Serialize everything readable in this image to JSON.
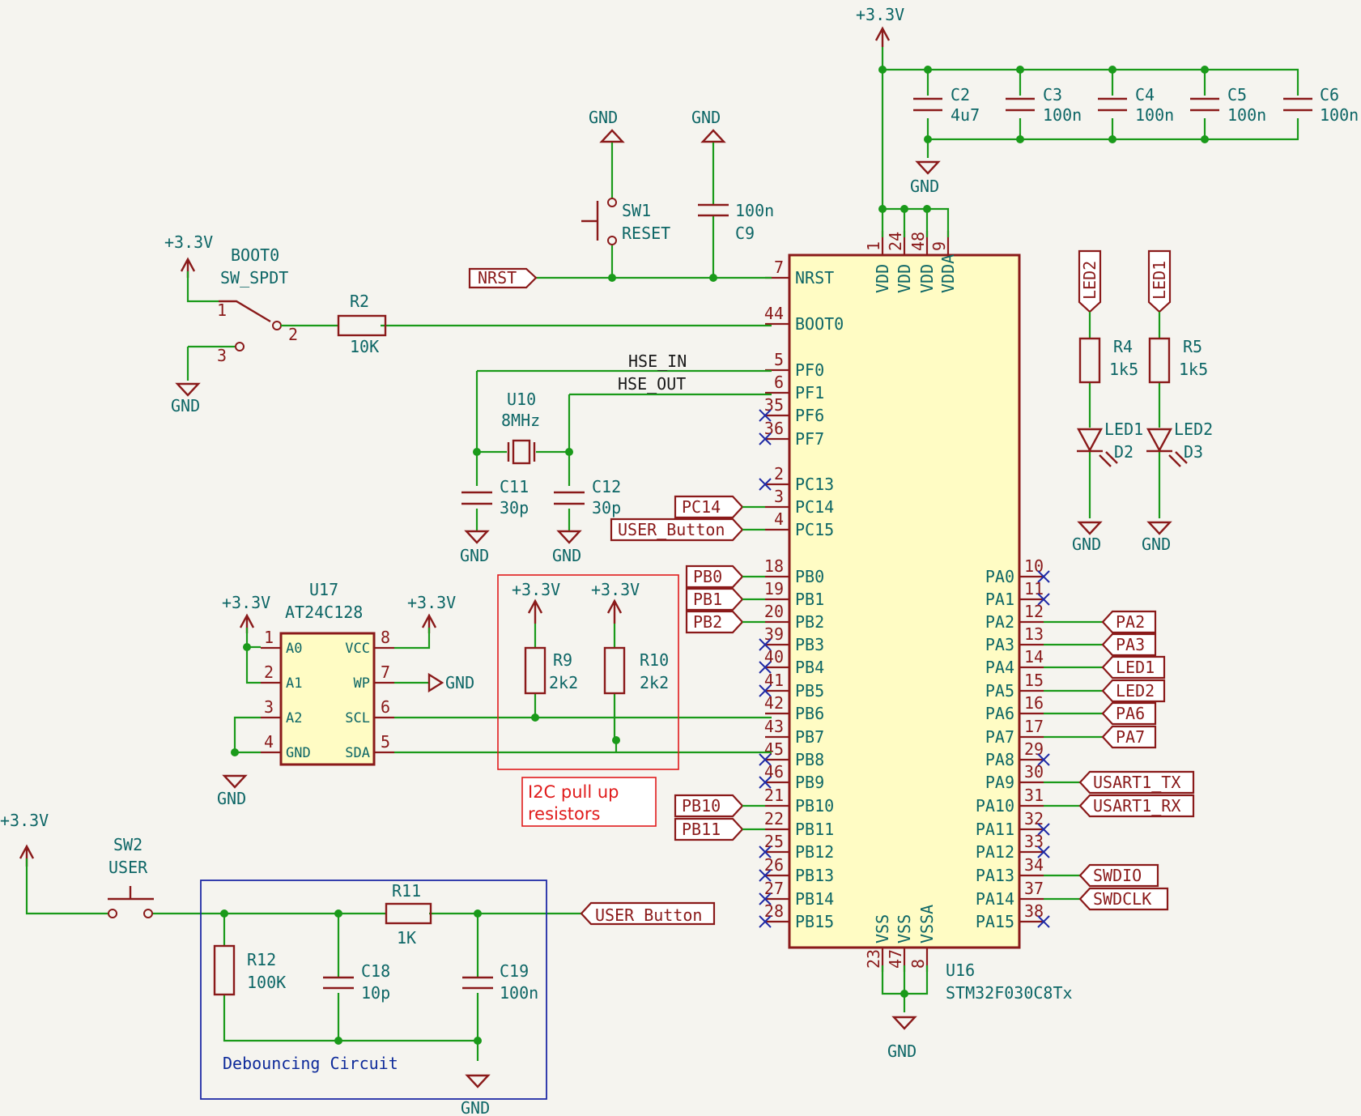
{
  "power": {
    "v33": "+3.3V",
    "gnd": "GND"
  },
  "mcu": {
    "ref": "U16",
    "value": "STM32F030C8Tx",
    "top_pins": [
      {
        "num": "1",
        "name": "VDD"
      },
      {
        "num": "24",
        "name": "VDD"
      },
      {
        "num": "48",
        "name": "VDD"
      },
      {
        "num": "9",
        "name": "VDDA"
      }
    ],
    "bottom_pins": [
      {
        "num": "23",
        "name": "VSS"
      },
      {
        "num": "47",
        "name": "VSS"
      },
      {
        "num": "8",
        "name": "VSSA"
      }
    ],
    "left_pins": [
      {
        "num": "7",
        "name": "NRST"
      },
      {
        "num": "44",
        "name": "BOOT0"
      },
      {
        "num": "5",
        "name": "PF0"
      },
      {
        "num": "6",
        "name": "PF1"
      },
      {
        "num": "35",
        "name": "PF6"
      },
      {
        "num": "36",
        "name": "PF7"
      },
      {
        "num": "2",
        "name": "PC13"
      },
      {
        "num": "3",
        "name": "PC14"
      },
      {
        "num": "4",
        "name": "PC15"
      },
      {
        "num": "18",
        "name": "PB0"
      },
      {
        "num": "19",
        "name": "PB1"
      },
      {
        "num": "20",
        "name": "PB2"
      },
      {
        "num": "39",
        "name": "PB3"
      },
      {
        "num": "40",
        "name": "PB4"
      },
      {
        "num": "41",
        "name": "PB5"
      },
      {
        "num": "42",
        "name": "PB6"
      },
      {
        "num": "43",
        "name": "PB7"
      },
      {
        "num": "45",
        "name": "PB8"
      },
      {
        "num": "46",
        "name": "PB9"
      },
      {
        "num": "21",
        "name": "PB10"
      },
      {
        "num": "22",
        "name": "PB11"
      },
      {
        "num": "25",
        "name": "PB12"
      },
      {
        "num": "26",
        "name": "PB13"
      },
      {
        "num": "27",
        "name": "PB14"
      },
      {
        "num": "28",
        "name": "PB15"
      }
    ],
    "right_pins": [
      {
        "num": "10",
        "name": "PA0"
      },
      {
        "num": "11",
        "name": "PA1"
      },
      {
        "num": "12",
        "name": "PA2"
      },
      {
        "num": "13",
        "name": "PA3"
      },
      {
        "num": "14",
        "name": "PA4"
      },
      {
        "num": "15",
        "name": "PA5"
      },
      {
        "num": "16",
        "name": "PA6"
      },
      {
        "num": "17",
        "name": "PA7"
      },
      {
        "num": "29",
        "name": "PA8"
      },
      {
        "num": "30",
        "name": "PA9"
      },
      {
        "num": "31",
        "name": "PA10"
      },
      {
        "num": "32",
        "name": "PA11"
      },
      {
        "num": "33",
        "name": "PA12"
      },
      {
        "num": "34",
        "name": "PA13"
      },
      {
        "num": "37",
        "name": "PA14"
      },
      {
        "num": "38",
        "name": "PA15"
      }
    ]
  },
  "decoupling": [
    {
      "ref": "C2",
      "value": "4u7"
    },
    {
      "ref": "C3",
      "value": "100n"
    },
    {
      "ref": "C4",
      "value": "100n"
    },
    {
      "ref": "C5",
      "value": "100n"
    },
    {
      "ref": "C6",
      "value": "100n"
    }
  ],
  "reset": {
    "sw_ref": "SW1",
    "sw_value": "RESET",
    "cap_ref": "C9",
    "cap_value": "100n",
    "net": "NRST"
  },
  "boot": {
    "sw_ref": "BOOT0",
    "sw_value": "SW_SPDT",
    "pins": [
      "1",
      "2",
      "3"
    ],
    "res_ref": "R2",
    "res_value": "10K"
  },
  "crystal": {
    "ref": "U10",
    "value": "8MHz",
    "net_in": "HSE_IN",
    "net_out": "HSE_OUT",
    "c1_ref": "C11",
    "c1_value": "30p",
    "c2_ref": "C12",
    "c2_value": "30p"
  },
  "leds": [
    {
      "net": "LED2",
      "res_ref": "R4",
      "res_value": "1k5",
      "led_label": "LED1",
      "led_ref": "D2"
    },
    {
      "net": "LED1",
      "res_ref": "R5",
      "res_value": "1k5",
      "led_label": "LED2",
      "led_ref": "D3"
    }
  ],
  "eeprom": {
    "ref": "U17",
    "value": "AT24C128",
    "left_pins": [
      {
        "num": "1",
        "name": "A0"
      },
      {
        "num": "2",
        "name": "A1"
      },
      {
        "num": "3",
        "name": "A2"
      },
      {
        "num": "4",
        "name": "GND"
      }
    ],
    "right_pins": [
      {
        "num": "8",
        "name": "VCC"
      },
      {
        "num": "7",
        "name": "WP"
      },
      {
        "num": "6",
        "name": "SCL"
      },
      {
        "num": "5",
        "name": "SDA"
      }
    ]
  },
  "pullups": {
    "r9_ref": "R9",
    "r9_value": "2k2",
    "r10_ref": "R10",
    "r10_value": "2k2",
    "note_line1": "I2C pull up",
    "note_line2": "resistors"
  },
  "user_button": {
    "sw_ref": "SW2",
    "sw_value": "USER",
    "r11_ref": "R11",
    "r11_value": "1K",
    "r12_ref": "R12",
    "r12_value": "100K",
    "c18_ref": "C18",
    "c18_value": "10p",
    "c19_ref": "C19",
    "c19_value": "100n",
    "net": "USER_Button",
    "note": "Debouncing Circuit"
  },
  "left_labels": {
    "pc14": "PC14",
    "pc15": "USER_Button",
    "pb0": "PB0",
    "pb1": "PB1",
    "pb2": "PB2",
    "pb10": "PB10",
    "pb11": "PB11"
  },
  "right_labels": {
    "pa2": "PA2",
    "pa3": "PA3",
    "pa4": "LED1",
    "pa5": "LED2",
    "pa6": "PA6",
    "pa7": "PA7",
    "pa9": "USART1_TX",
    "pa10": "USART1_RX",
    "pa13": "SWDIO",
    "pa14": "SWDCLK"
  }
}
